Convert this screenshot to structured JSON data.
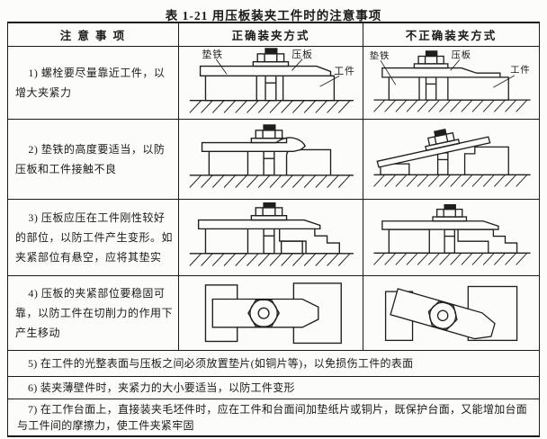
{
  "title": "表 1-21  用压板装夹工件时的注意事项",
  "table": {
    "headers": {
      "col1": "注 意 事 项",
      "col2": "正确装夹方式",
      "col3": "不正确装夹方式"
    },
    "rows": [
      {
        "note": "1) 螺栓要尽量靠近工件，以增大夹紧力"
      },
      {
        "note": "2) 垫铁的高度要适当，以防压板和工件接触不良"
      },
      {
        "note": "3) 压板应压在工件刚性较好的部位，以防工件产生变形。如夹紧部位有悬空，应将其垫实"
      },
      {
        "note": "4) 压板的夹紧部位要稳固可靠，以防工件在切削力的作用下产生移动"
      }
    ],
    "footnotes": [
      {
        "text": "5) 在工件的光整表面与压板之间必须放置垫片(如铜片等)，以免损伤工件的表面"
      },
      {
        "text": "6) 装夹薄壁件时，夹紧力的大小要适当，以防工件变形"
      },
      {
        "text": "7) 在工作台面上，直接装夹毛坯件时，应在工件和台面间加垫纸片或铜片，既保护台面，又能增加台面与工件间的摩擦力，使工件夹紧牢固"
      }
    ]
  },
  "diagram_labels": {
    "spacer": "垫铁",
    "plate": "压板",
    "workpiece": "工件"
  },
  "colors": {
    "ink": "#1a1a1a",
    "paper": "#fcfcfa"
  }
}
